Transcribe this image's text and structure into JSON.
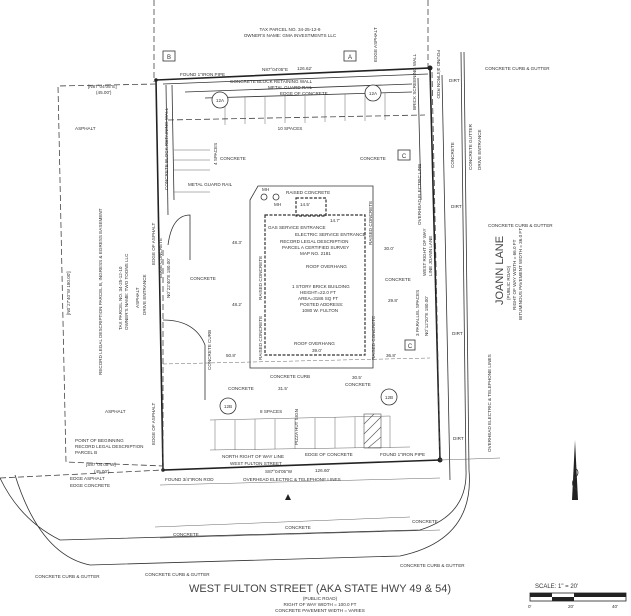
{
  "top_parcel": {
    "line1": "TAX PARCEL NO. 34-25-12-9",
    "line2": "OWNER'S NAME: GMA INVESTMENTS LLC"
  },
  "markers": {
    "a": "A",
    "b": "B",
    "c1": "C",
    "c2": "C",
    "k12a_1": "12A",
    "k12a_2": "12A",
    "k12b_1": "12B",
    "k12b_2": "12B"
  },
  "north_line": {
    "bearing": "N87°04'05\"E",
    "distance": "126.62'"
  },
  "south_line": {
    "bearing": "S87°04'05\"W",
    "distance": "126.60'"
  },
  "labels": {
    "found_pipe_nw": "FOUND 1\"IRON PIPE",
    "found_rod_ne": "FOUND 3/4\"IRON ROD",
    "edge_asphalt_top": "EDGE ASPHALT",
    "retaining_wall": "CONCRETE BLOCK RETAINING WALL",
    "guard_rail": "METAL GUARD RAIL",
    "edge_concrete_top": "EDGE OF CONCRETE",
    "ten_spaces": "10 SPACES",
    "four_spaces": "4 SPACES",
    "brick_wall": "BRICK SCREENING WALL",
    "retaining_wall_left": "CONCRETE BLOCK RETAINING WALL",
    "metal_guard_rail_left": "METAL GUARD RAIL",
    "asphalt_top_left": "ASPHALT",
    "asphalt_bottom_left": "ASPHALT",
    "concrete_1": "CONCRETE",
    "concrete_2": "CONCRETE",
    "concrete_3": "CONCRETE",
    "concrete_4": "CONCRETE",
    "concrete_5": "CONCRETE",
    "concrete_6": "CONCRETE",
    "concrete_7": "CONCRETE",
    "concrete_curb": "CONCRETE CURB",
    "concrete_curb_2": "CONCRETE CURB",
    "eight_spaces": "8 SPACES",
    "pizza_sign": "PIZZA HUT SIGN",
    "edge_asphalt_left": "EDGE OF ASPHALT",
    "edge_asphalt_left2": "EDGE OF ASPHALT",
    "edge_concrete_left": "EDGE CONCRETE",
    "left_bearing": "N0°22'40\"E 180.00'",
    "record_desc": "RECORD LEGAL DESCRIPTION PARCEL B, INGRESS & EGRESS EASEMENT",
    "tax_parcel_2a": "TAX PARCEL NO. 34-25-12-10",
    "tax_parcel_2b": "OWNER'S NAME: TWO TOONS LLC",
    "asphalt_drive": "ASPHALT",
    "drive_entrance": "DRIVE ENTRANCE",
    "record_left_top": "[N87°04'05\"E]",
    "record_left_top2": "(45.00')",
    "record_left_side": "[N0°27'40\"W 180.00']",
    "pob_1": "POINT OF BEGINNING",
    "pob_2": "RECORD LEGAL DESCRIPTION",
    "pob_3": "PARCEL B",
    "record_bottom": "[S87°04'05\"W]",
    "record_bottom2": "(45.00')",
    "edge_asphalt_bl": "EDGE ASPHALT",
    "edge_concrete_bl": "EDGE CONCRETE",
    "found_rod_sw": "FOUND 3/4\"IRON ROD",
    "found_pipe_se": "FOUND 1\"IRON PIPE",
    "north_row_1": "NORTH RIGHT OF WAY LINE",
    "north_row_2": "WEST FULTON STREET",
    "edge_concrete_bottom": "EDGE OF CONCRETE",
    "overhead_south": "OVERHEAD ELECTRIC & TELEPHONE LINES",
    "overhead_east": "OVERHEAD ELECTRIC LINE",
    "overhead_joann": "OVERHEAD ELECTRIC & TELEPHONE LINES",
    "west_row_1": "WEST RIGHT OF WAY",
    "west_row_2": "LINE JOANN LANE",
    "right_bearing": "N0°12'20\"E 180.00'",
    "parallel_spaces": "3 PARALLEL SPACES",
    "dirt_1": "DIRT",
    "dirt_2": "DIRT",
    "dirt_3": "DIRT",
    "dirt_4": "DIRT",
    "curb_gutter_1": "CONCRETE CURB & GUTTER",
    "curb_gutter_2": "CONCRETE CURB & GUTTER",
    "curb_gutter_3": "CONCRETE CURB & GUTTER",
    "curb_gutter_4": "CONCRETE CURB & GUTTER",
    "curb_gutter_5": "CONCRETE CURB & GUTTER",
    "concrete_gutter": "CONCRETE GUTTER",
    "drive_entrance_r": "DRIVE ENTRANCE"
  },
  "building": {
    "raised_concrete": "RAISED CONCRETE",
    "raised_concrete_l": "RAISED CONCRETE",
    "raised_concrete_r": "RAISED CONCRETE",
    "raised_concrete_bl": "RAISED CONCRETE",
    "raised_concrete_br": "RAISED CONCRETE",
    "gas": "GAS SERVICE ENTRANCE",
    "electric": "ELECTRIC SERVICE ENTRANCE",
    "record_1": "RECORD LEGAL DESCRIPTION",
    "record_2": "PARCEL A CERTIFIED SURVEY",
    "record_3": "MAP NO. 2181",
    "roof_overhang_1": "ROOF OVERHANG",
    "roof_overhang_2": "ROOF OVERHANG",
    "desc_1": "1 STORY BRICK BUILDING",
    "desc_2": "HEIGHT=22.0 FT",
    "desc_3": "AREA=3186 SQ FT",
    "desc_4": "POSTED ADDRESS:",
    "desc_5": "1080 W. FULTON",
    "mh1": "MH",
    "mh2": "MH",
    "dim_left_1": "48.3'",
    "dim_left_2": "48.2'",
    "dim_left_3": "50.8'",
    "dim_right_1": "30.0'",
    "dim_right_2": "29.8'",
    "dim_right_3": "36.8'",
    "dim_top_1": "14.5'",
    "dim_top_2": "14.7'",
    "dim_bottom": "39.0'",
    "dim_b1": "31.5'",
    "dim_b2": "30.5'"
  },
  "street": {
    "name": "WEST FULTON STREET (AKA STATE HWY 49 & 54)",
    "type": "(PUBLIC ROAD)",
    "row": "RIGHT OF WAY WIDTH = 100.0 FT",
    "pavement": "CONCRETE PAVEMENT WIDTH = VARIES",
    "concrete_a": "CONCRETE",
    "concrete_b": "CONCRETE",
    "concrete_c": "CONCRETE"
  },
  "joann": {
    "name": "JOANN LANE",
    "type": "(PUBLIC ROAD)",
    "row": "RIGHT OF WAY WIDTH = 66.0 FT",
    "pavement": "BITUMINOUS PAVEMENT WIDTH = 36.0 FT"
  },
  "scale": {
    "label": "SCALE: 1\" = 20'",
    "tick0": "0'",
    "tick1": "20'",
    "tick2": "40'"
  }
}
